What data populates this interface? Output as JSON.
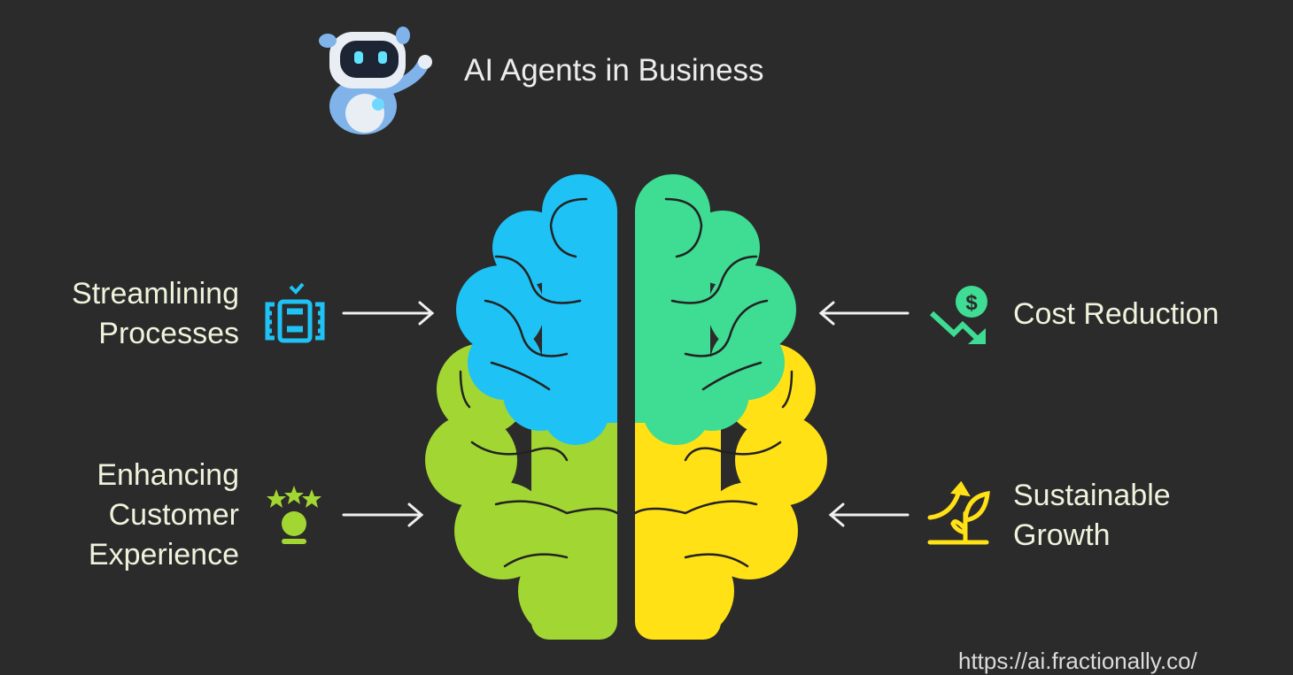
{
  "title": "AI Agents in Business",
  "items": [
    {
      "label": "Streamlining\nProcesses",
      "icon": "process-checklist-icon",
      "color": "#1fc2f5"
    },
    {
      "label": "Enhancing\nCustomer\nExperience",
      "icon": "customer-rating-icon",
      "color": "#a2d633"
    },
    {
      "label": "Cost Reduction",
      "icon": "cost-down-icon",
      "color": "#3fdc93"
    },
    {
      "label": "Sustainable\nGrowth",
      "icon": "growth-plant-icon",
      "color": "#ffe116"
    }
  ],
  "url": "https://ai.fractionally.co/",
  "colors": {
    "background": "#2b2b2b",
    "blue": "#1fc2f5",
    "lime": "#a2d633",
    "green": "#3fdc93",
    "yellow": "#ffe116"
  }
}
